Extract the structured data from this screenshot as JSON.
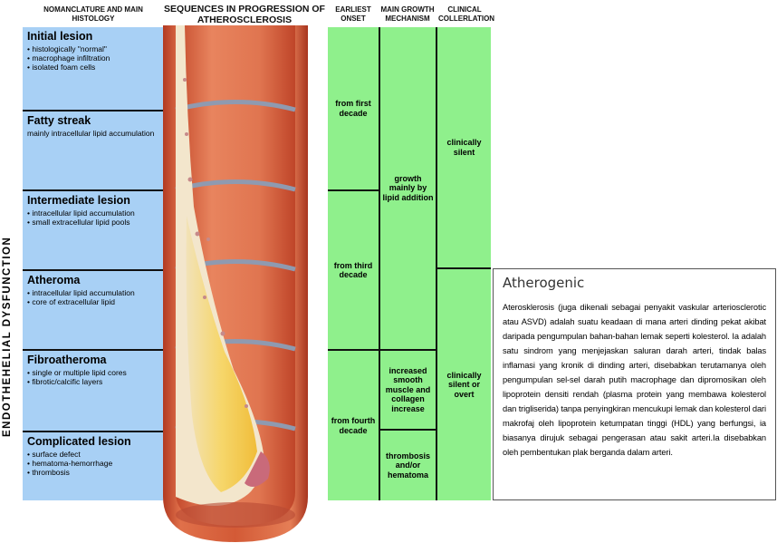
{
  "headers": {
    "col1": "NOMANCLATURE AND MAIN HISTOLOGY",
    "col2": "SEQUENCES IN PROGRESSION OF ATHEROSCLEROSIS",
    "col3": "EARLIEST ONSET",
    "col4": "MAIN GROWTH MECHANISM",
    "col5": "CLINICAL COLLERLATION"
  },
  "side_label": "ENDOTHEHELIAL DYSFUNCTION",
  "stages": [
    {
      "title": "Initial lesion",
      "items": [
        "histologically \"normal\"",
        "macrophage infiltration",
        "isolated foam cells"
      ]
    },
    {
      "title": "Fatty streak",
      "desc": "mainly intracellular lipid accumulation"
    },
    {
      "title": "Intermediate lesion",
      "items": [
        "intracellular lipid accumulation",
        "small extracellular lipid pools"
      ]
    },
    {
      "title": "Atheroma",
      "items": [
        "intracellular lipid accumulation",
        "core of extracellular lipid"
      ]
    },
    {
      "title": "Fibroatheroma",
      "items": [
        "single or multiple lipid cores",
        "fibrotic/calcific layers"
      ]
    },
    {
      "title": "Complicated lesion",
      "items": [
        "surface defect",
        "hematoma-hemorrhage",
        "thrombosis"
      ]
    }
  ],
  "onset": [
    "from first decade",
    "from third decade",
    "from fourth decade"
  ],
  "growth": [
    "growth mainly by lipid addition",
    "increased smooth muscle and collagen increase",
    "thrombosis and/or hematoma"
  ],
  "clinical": [
    "clinically silent",
    "clinically silent or overt"
  ],
  "info_box": {
    "title": "Atherogenic",
    "body": "Aterosklerosis (juga dikenali sebagai penyakit vaskular arteriosclerotic atau ASVD) adalah suatu keadaan di mana arteri dinding pekat akibat daripada pengumpulan bahan-bahan lemak seperti kolesterol. Ia adalah satu sindrom yang menjejaskan saluran darah arteri, tindak balas inflamasi yang kronik di dinding arteri, disebabkan terutamanya oleh pengumpulan sel-sel darah putih macrophage dan dipromosikan oleh lipoprotein densiti rendah (plasma protein yang membawa kolesterol dan trigliserida) tanpa penyingkiran mencukupi lemak dan kolesterol dari makrofaj oleh lipoprotein ketumpatan tinggi (HDL) yang berfungsi, ia biasanya dirujuk sebagai pengerasan atau sakit arteri.Ia disebabkan oleh pembentukan plak berganda dalam arteri."
  }
}
